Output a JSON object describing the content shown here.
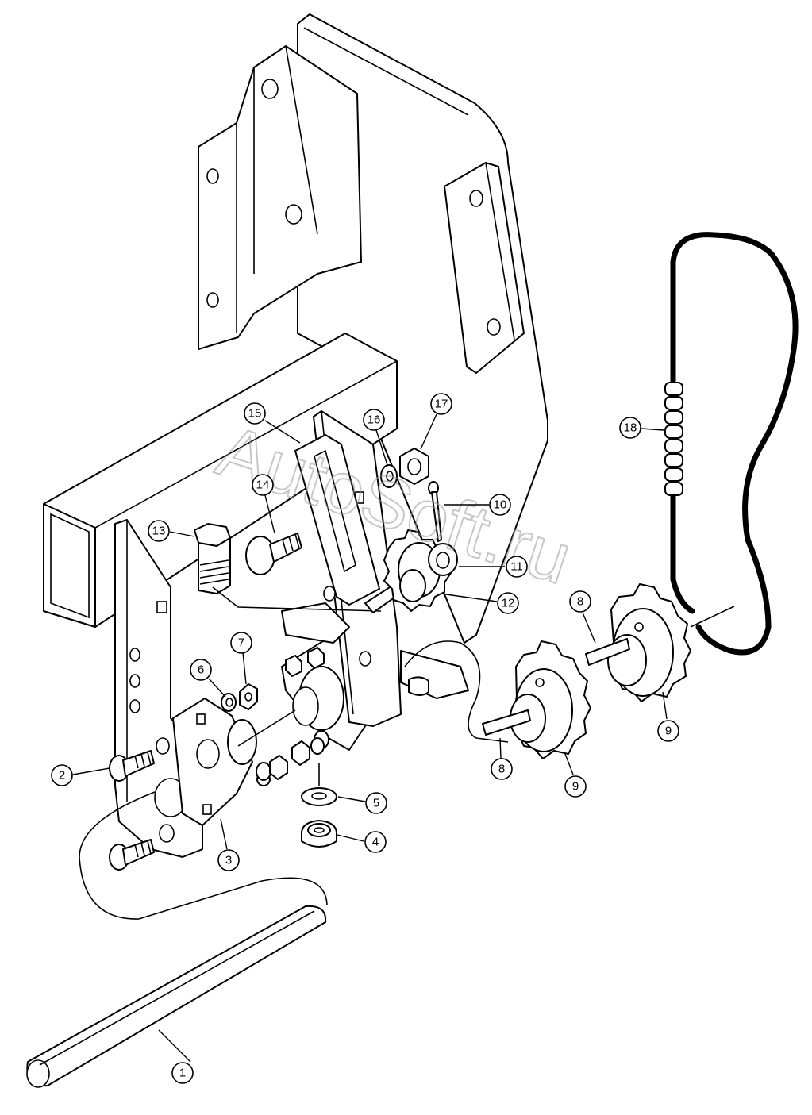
{
  "watermark": "AutoSoft.ru",
  "callouts": [
    {
      "label": "1"
    },
    {
      "label": "2"
    },
    {
      "label": "3"
    },
    {
      "label": "4"
    },
    {
      "label": "5"
    },
    {
      "label": "6"
    },
    {
      "label": "7"
    },
    {
      "label": "8"
    },
    {
      "label": "8"
    },
    {
      "label": "9"
    },
    {
      "label": "9"
    },
    {
      "label": "10"
    },
    {
      "label": "11"
    },
    {
      "label": "12"
    },
    {
      "label": "13"
    },
    {
      "label": "14"
    },
    {
      "label": "15"
    },
    {
      "label": "16"
    },
    {
      "label": "17"
    },
    {
      "label": "18"
    }
  ]
}
